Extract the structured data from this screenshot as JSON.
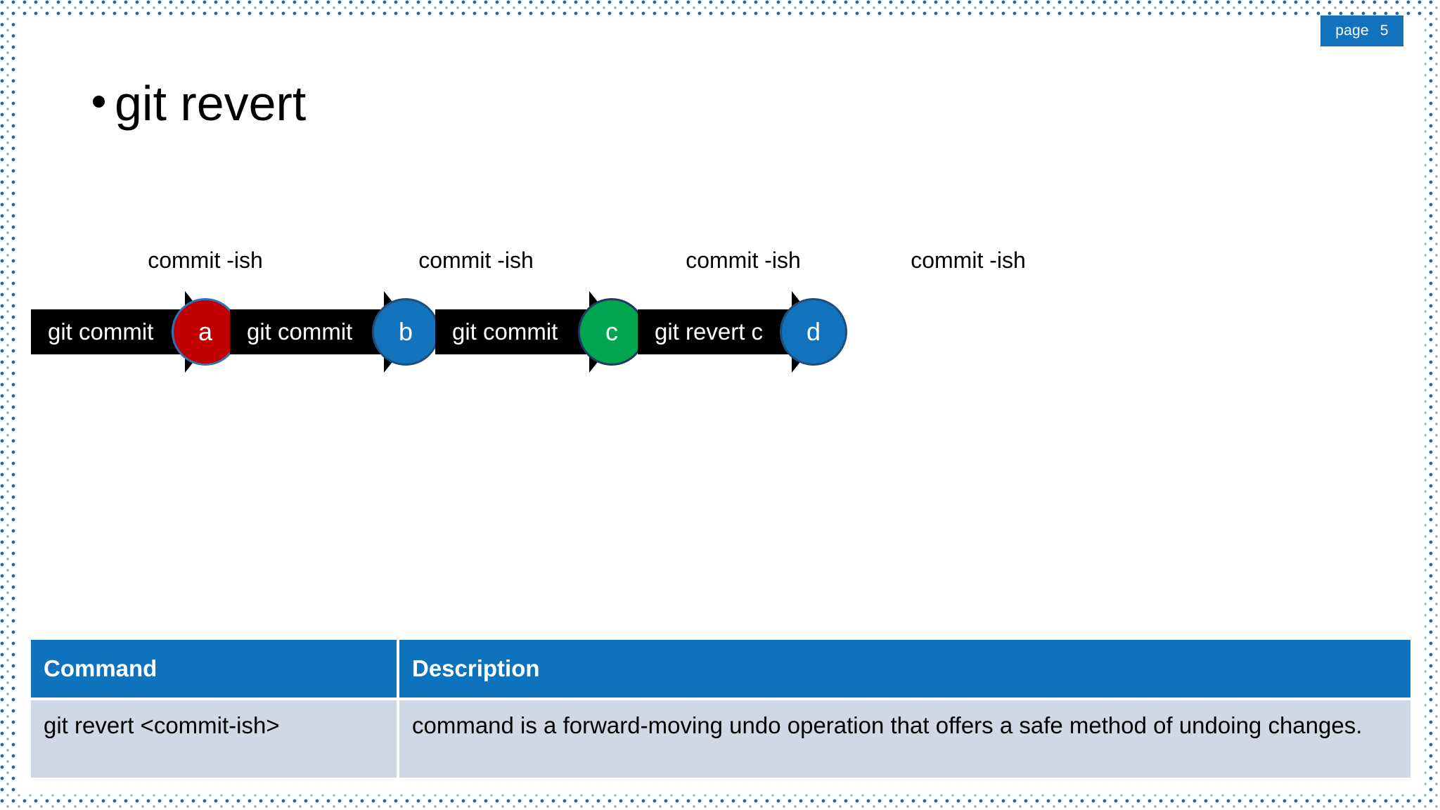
{
  "badge": {
    "label": "page",
    "number": "5"
  },
  "title": {
    "text": "git revert"
  },
  "diagram": {
    "node_label_caption": "commit -ish",
    "steps": [
      {
        "arrow_label": "git  commit",
        "node": "a",
        "node_color": "#C00000",
        "node_border": "#2E74B5",
        "caption": "commit -ish"
      },
      {
        "arrow_label": "git commit",
        "node": "b",
        "node_color": "#1273BC",
        "node_border": "#1F4E79",
        "caption": "commit -ish"
      },
      {
        "arrow_label": "git commit",
        "node": "c",
        "node_color": "#00A64F",
        "node_border": "#1F3864",
        "caption": "commit -ish"
      },
      {
        "arrow_label": "git revert c",
        "node": "d",
        "node_color": "#1273BC",
        "node_border": "#1F4E79",
        "caption": "commit -ish"
      }
    ]
  },
  "table": {
    "headers": {
      "command": "Command",
      "description": "Description"
    },
    "rows": [
      {
        "command": "git revert <commit-ish>",
        "description": "command is a forward-moving undo operation that offers a safe method of undoing changes."
      }
    ]
  },
  "colors": {
    "accent_blue": "#1273BC",
    "table_header_blue": "#0F72BD",
    "table_body_gray": "#D1D8E5",
    "node_red": "#C00000",
    "node_green": "#00A64F",
    "arrow_black": "#000000"
  }
}
